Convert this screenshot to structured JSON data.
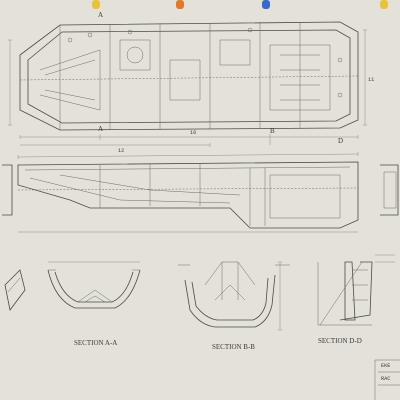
{
  "labels": {
    "section_aa": "SECTION A-A",
    "section_bb": "SECTION B-B",
    "section_dd": "SECTION D-D",
    "marker_a": "A",
    "marker_b": "B",
    "marker_d": "D",
    "dim_16": "16",
    "dim_12": "12",
    "dim_11": "11",
    "title_1": "EKE",
    "title_2": "RAC"
  },
  "colors": {
    "paper": "#e4e1d8",
    "ink": "#4a4a4a",
    "clip_yellow": "#e8c23a",
    "clip_orange": "#e07a2a",
    "clip_blue": "#3a6ac8"
  }
}
